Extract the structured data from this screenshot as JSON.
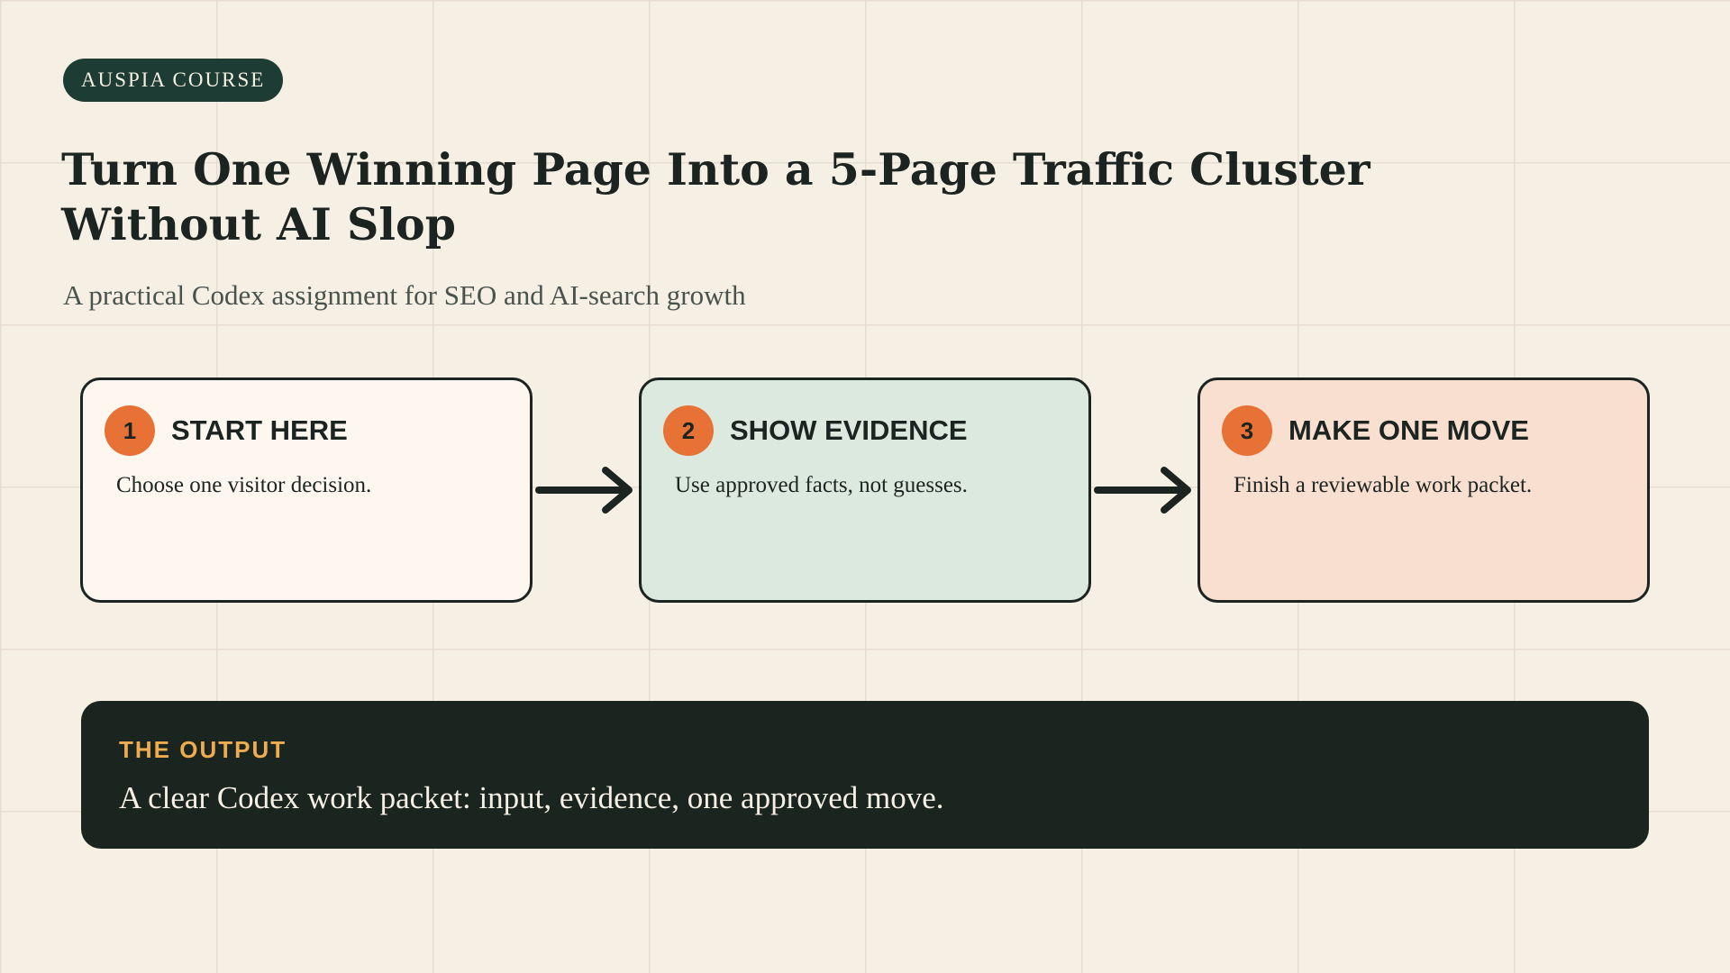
{
  "badge": "AUSPIA COURSE",
  "title_line1": "Turn One Winning Page Into a 5-Page Traffic Cluster",
  "title_line2": "Without AI Slop",
  "subtitle": "A practical Codex assignment for SEO and AI-search growth",
  "steps": [
    {
      "number": "1",
      "title": "START HERE",
      "text": "Choose one visitor decision.",
      "color": "#fdf7f0"
    },
    {
      "number": "2",
      "title": "SHOW EVIDENCE",
      "text": "Use approved facts, not guesses.",
      "color": "#dbe9df"
    },
    {
      "number": "3",
      "title": "MAKE ONE MOVE",
      "text": "Finish a reviewable work packet.",
      "color": "#f8dfcf"
    }
  ],
  "arrow_icon": "arrow-right-icon",
  "output": {
    "label": "THE OUTPUT",
    "text": "A clear Codex work packet: input, evidence, one approved move."
  },
  "colors": {
    "background": "#f6efe4",
    "badge": "#1d3c33",
    "accent": "#e87235",
    "output_bg": "#1b2520",
    "output_label": "#efab4f"
  }
}
